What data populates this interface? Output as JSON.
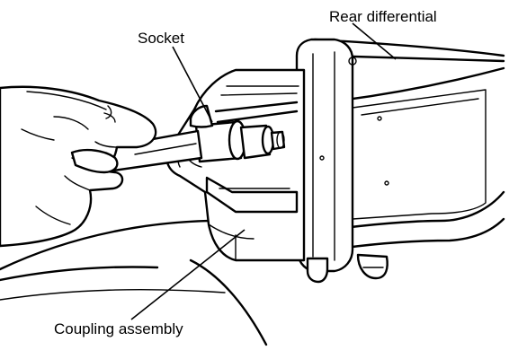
{
  "labels": {
    "rear_differential": "Rear differential",
    "socket": "Socket",
    "coupling_assembly": "Coupling assembly"
  }
}
